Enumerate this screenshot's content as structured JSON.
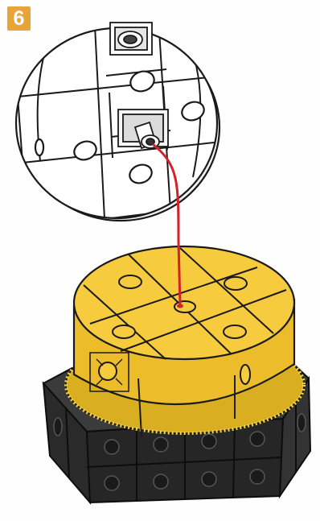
{
  "step": {
    "number": "6"
  },
  "colors": {
    "badge": "#e9a33b",
    "yellow_top": "#f6cc3e",
    "yellow_side": "#ecbc2a",
    "black_block": "#2d2d2d",
    "connector": "#d2232a",
    "outline": "#1a1a1a"
  },
  "parts": {
    "top_piece": "white-rounded-block-assembly",
    "middle_piece": "yellow-turntable-cylinder",
    "base_piece": "black-cube-base",
    "connector": "red-guide-line"
  }
}
